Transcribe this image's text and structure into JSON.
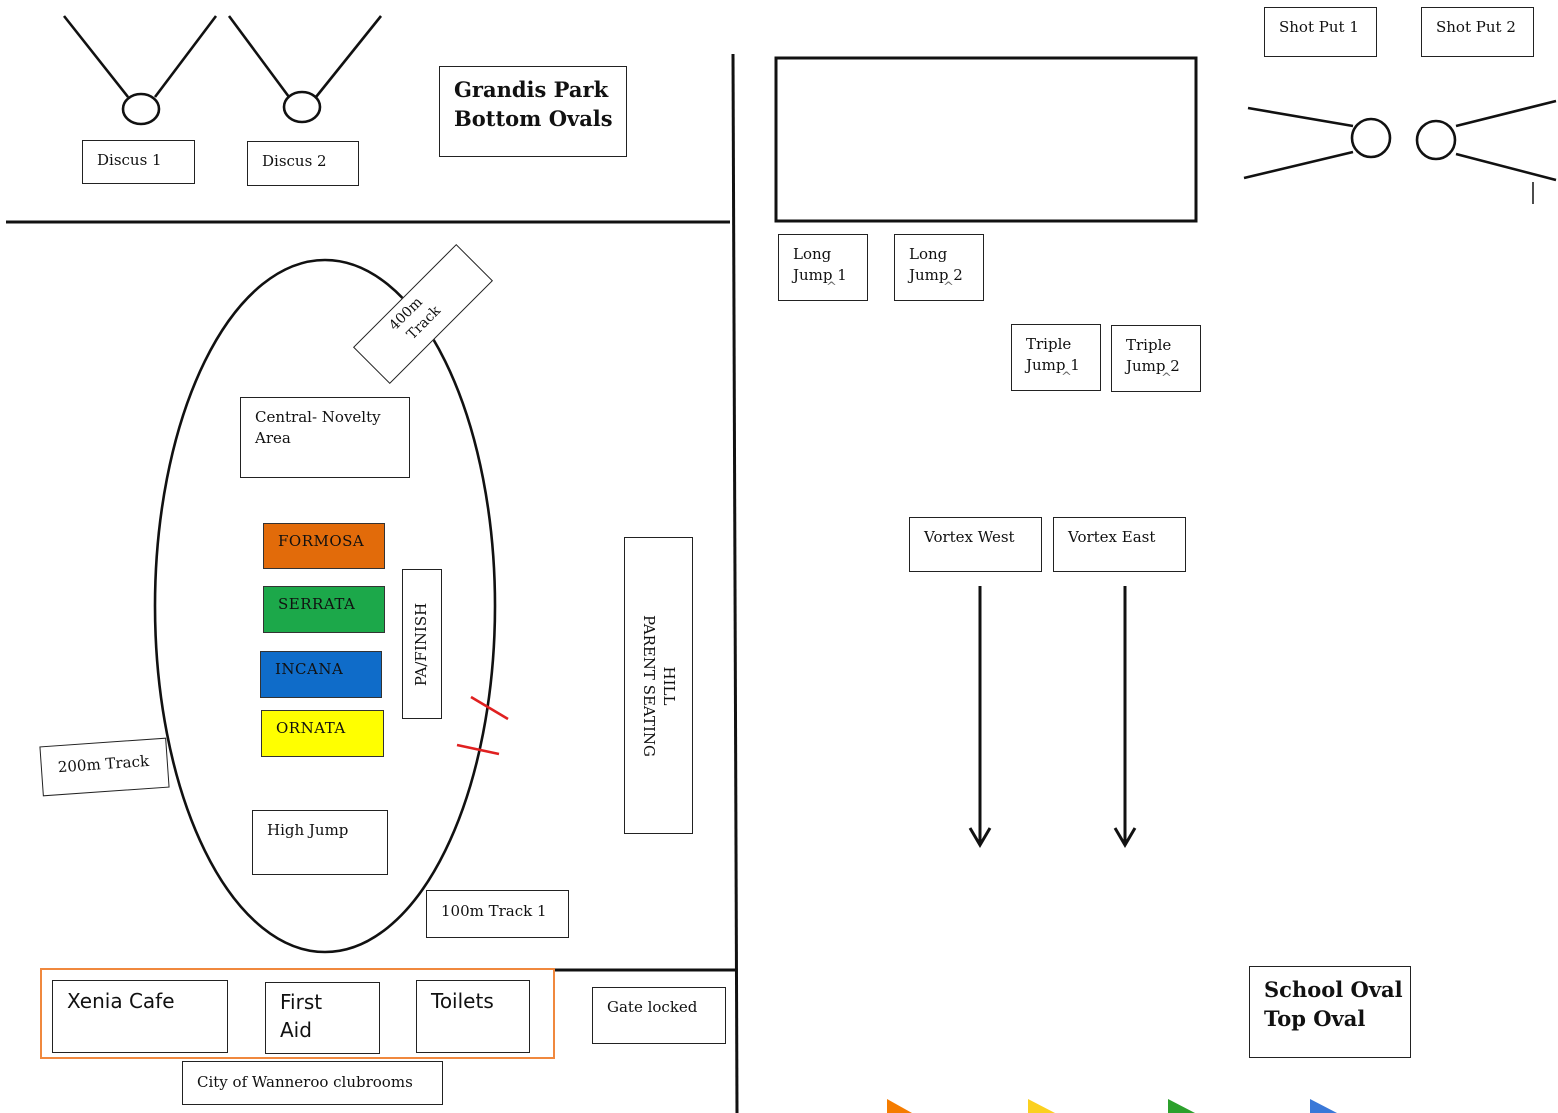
{
  "map": {
    "title_bottom": [
      "Grandis Park",
      "Bottom Ovals"
    ],
    "title_top": [
      "School Oval",
      "Top Oval"
    ],
    "discus": [
      "Discus 1",
      "Discus 2"
    ],
    "shot_put": [
      "Shot Put 1",
      "Shot Put 2"
    ],
    "long_jump": [
      [
        "Long",
        "Jump 1"
      ],
      [
        "Long",
        "Jump 2"
      ]
    ],
    "triple_jump": [
      [
        "Triple",
        "Jump 1"
      ],
      [
        "Triple",
        "Jump 2"
      ]
    ],
    "track_400": [
      "400m",
      "Track"
    ],
    "central": [
      "Central- Novelty",
      "Area"
    ],
    "houses": [
      {
        "name": "FORMOSA",
        "color": "#e26b0a"
      },
      {
        "name": "SERRATA",
        "color": "#1ca84a"
      },
      {
        "name": "INCANA",
        "color": "#0f6cc9"
      },
      {
        "name": "ORNATA",
        "color": "#ffff00"
      }
    ],
    "pa_finish": "PA/FINISH",
    "hill": [
      "HILL",
      "PARENT SEATING"
    ],
    "track_200": "200m Track",
    "high_jump": "High Jump",
    "track_100": "100m Track 1",
    "vortex": [
      "Vortex West",
      "Vortex East"
    ],
    "facilities": {
      "cafe": "Xenia Cafe",
      "first_aid": [
        "First",
        "Aid"
      ],
      "toilets": "Toilets",
      "highlight_color": "#f0883e"
    },
    "gate": "Gate locked",
    "clubrooms": "City of Wanneroo clubrooms",
    "flag_colors": [
      "#f57c00",
      "#fbd01f",
      "#2ca02c",
      "#3a78d8"
    ]
  }
}
